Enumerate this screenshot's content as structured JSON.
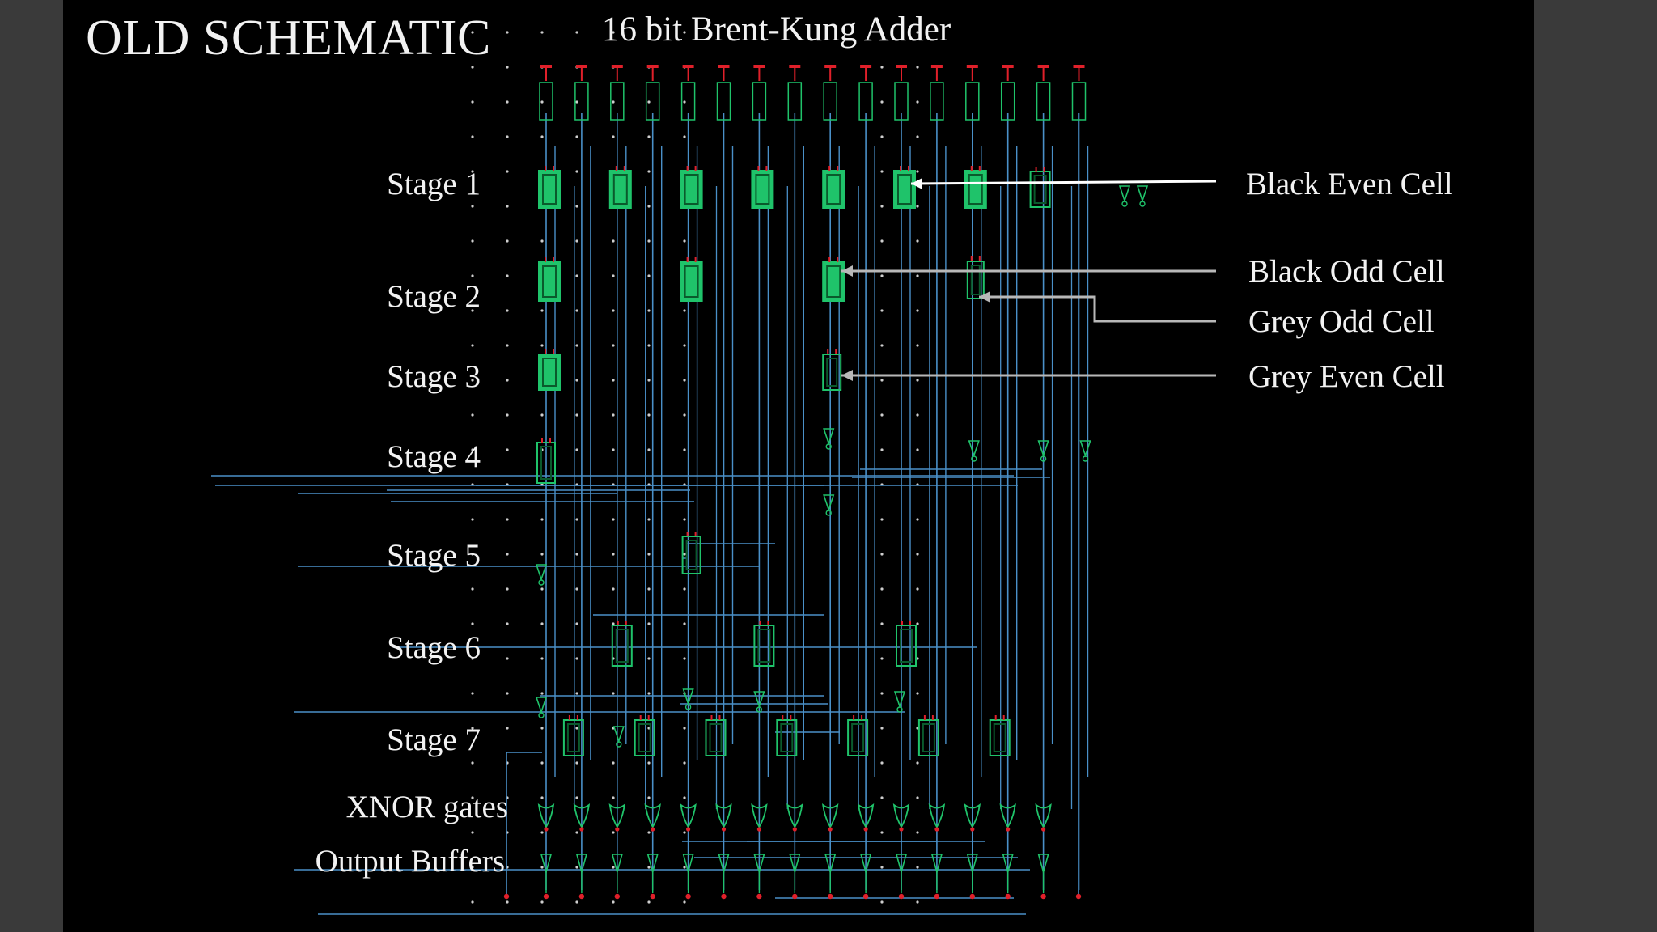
{
  "slide": {
    "title": "OLD SCHEMATIC",
    "subtitle": "16 bit Brent-Kung Adder"
  },
  "stages": [
    {
      "label": "Stage 1"
    },
    {
      "label": "Stage 2"
    },
    {
      "label": "Stage 3"
    },
    {
      "label": "Stage 4"
    },
    {
      "label": "Stage 5"
    },
    {
      "label": "Stage 6"
    },
    {
      "label": "Stage 7"
    },
    {
      "label": "XNOR gates"
    },
    {
      "label": "Output Buffers"
    }
  ],
  "callouts": [
    {
      "label": "Black Even Cell",
      "arrow_color": "#ffffff"
    },
    {
      "label": "Black Odd Cell",
      "arrow_color": "#b8b8b8"
    },
    {
      "label": "Grey Odd Cell",
      "arrow_color": "#b8b8b8"
    },
    {
      "label": "Grey Even Cell",
      "arrow_color": "#b8b8b8"
    }
  ],
  "colors": {
    "background": "#000000",
    "frame": "#3a3a3a",
    "wire": "#4a90c8",
    "cell": "#1fc36a",
    "pin": "#e0202a",
    "grid_dot": "#cfcfcf",
    "text": "#f2f2f2"
  }
}
